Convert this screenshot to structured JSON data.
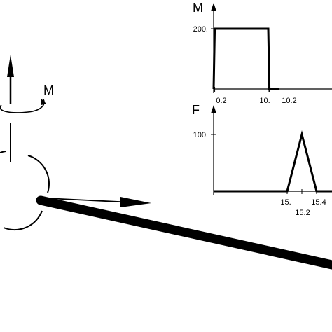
{
  "diagram": {
    "moment_label": "M"
  },
  "chart_data": [
    {
      "type": "line",
      "title": "",
      "ylabel": "M",
      "xlabel": "",
      "x_ticks": [
        "0.2",
        "10.",
        "10.2"
      ],
      "y_ticks": [
        "200."
      ],
      "series": [
        {
          "x": [
            0,
            0.2,
            10.0,
            10.2,
            12.0
          ],
          "y": [
            0,
            200,
            200,
            0,
            0
          ]
        }
      ]
    },
    {
      "type": "line",
      "title": "",
      "ylabel": "F",
      "xlabel": "",
      "x_ticks": [
        "15.",
        "15.2",
        "15.4"
      ],
      "y_ticks": [
        "100."
      ],
      "series": [
        {
          "x": [
            14.0,
            15.0,
            15.2,
            15.4,
            16.0
          ],
          "y": [
            0,
            0,
            100,
            0,
            0
          ]
        }
      ]
    }
  ]
}
